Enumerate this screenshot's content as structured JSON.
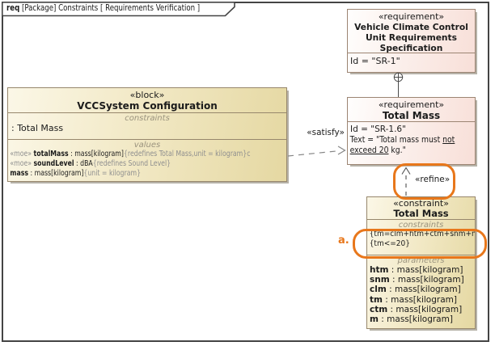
{
  "frame": {
    "keyword": "req",
    "title_rest": " [Package] Constraints [ Requirements Verification ]"
  },
  "block_box": {
    "stereotype": "«block»",
    "name": "VCCSystem Configuration",
    "constraints_label": "constraints",
    "constraint_items": [
      ": Total Mass"
    ],
    "values_label": "values",
    "values": [
      {
        "stereo": "«moe» ",
        "name": "totalMass",
        "type": " : mass[kilogram]",
        "mod": "{redefines Total Mass,unit = kilogram}c"
      },
      {
        "stereo": "«moe» ",
        "name": "soundLevel",
        "type": " : dBA",
        "mod": "{redefines Sound Level}"
      },
      {
        "stereo": "",
        "name": "mass",
        "type": " : mass[kilogram]",
        "mod": "{unit = kilogram}"
      }
    ]
  },
  "req_spec_box": {
    "stereotype": "«requirement»",
    "name_lines": [
      "Vehicle Climate Control",
      "Unit Requirements",
      "Specification"
    ],
    "id_line": "Id = \"SR-1\""
  },
  "req_total_mass_box": {
    "stereotype": "«requirement»",
    "name": "Total Mass",
    "id_line": "Id = \"SR-1.6\"",
    "text_line1": {
      "pre": "Text = \"Total mass must ",
      "underlined": "not"
    },
    "text_line2": {
      "underlined": "exceed 20",
      "post": " kg.\""
    }
  },
  "constraint_box": {
    "stereotype": "«constraint»",
    "name": "Total Mass",
    "constraints_label": "constraints",
    "constraint_lines": [
      "{tm=clm+htm+ctm+snm+m}",
      "{tm<=20}"
    ],
    "parameters_label": "parameters",
    "parameters": [
      {
        "name": "htm",
        "type": " : mass[kilogram]"
      },
      {
        "name": "snm",
        "type": " : mass[kilogram]"
      },
      {
        "name": "clm",
        "type": " : mass[kilogram]"
      },
      {
        "name": "tm",
        "type": " : mass[kilogram]"
      },
      {
        "name": "ctm",
        "type": " : mass[kilogram]"
      },
      {
        "name": "m",
        "type": " : mass[kilogram]"
      }
    ]
  },
  "relations": {
    "satisfy_label": "«satisfy»",
    "refine_label": "«refine»"
  },
  "annotations": {
    "marker_a": "a."
  },
  "colors": {
    "accent_orange": "#E8771B",
    "tan_fill_dark": "#E5D8A2",
    "tan_fill_light": "#FBF7E7",
    "pink_fill_dark": "#F8DFD8",
    "pink_fill_light": "#FFFEFD",
    "box_border": "#97876C",
    "frame_border": "#444444",
    "muted_text": "#8F8F8F"
  }
}
